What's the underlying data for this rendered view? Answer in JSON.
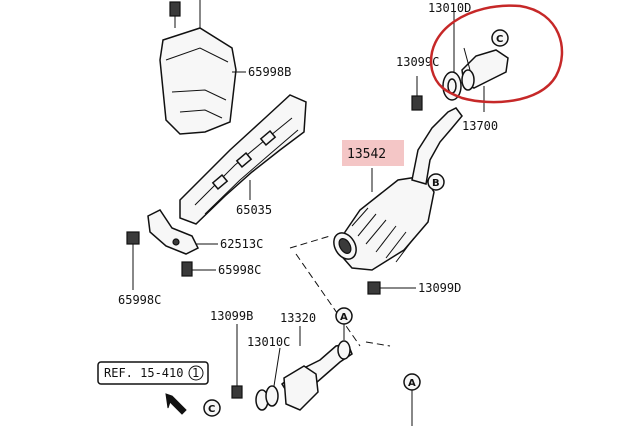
{
  "labels": {
    "p13010d": "13010D",
    "p13099c_top": "13099C",
    "p13700": "13700",
    "p65998b": "65998B",
    "p13542": "13542",
    "p65035": "65035",
    "p62513c": "62513C",
    "p65998c_right": "65998C",
    "p65998c_left": "65998C",
    "p13099d": "13099D",
    "p13099b": "13099B",
    "p13320": "13320",
    "p13010c": "13010C",
    "ref": "REF. 15-410",
    "ref_num": "1"
  },
  "callouts": {
    "c_top": "C",
    "b": "B",
    "a_mid": "A",
    "a_bottom": "A",
    "c_bottom": "C"
  },
  "colors": {
    "highlight_fill": "#f4c6c6",
    "annotation_circle": "#c62828",
    "line": "#111111"
  }
}
